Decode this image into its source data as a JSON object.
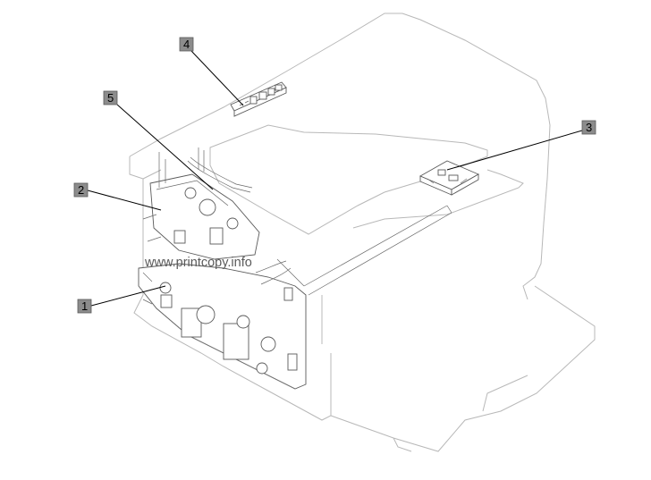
{
  "watermark": "www.printcopy.info",
  "callouts": [
    {
      "label": "1"
    },
    {
      "label": "2"
    },
    {
      "label": "3"
    },
    {
      "label": "4"
    },
    {
      "label": "5"
    }
  ]
}
